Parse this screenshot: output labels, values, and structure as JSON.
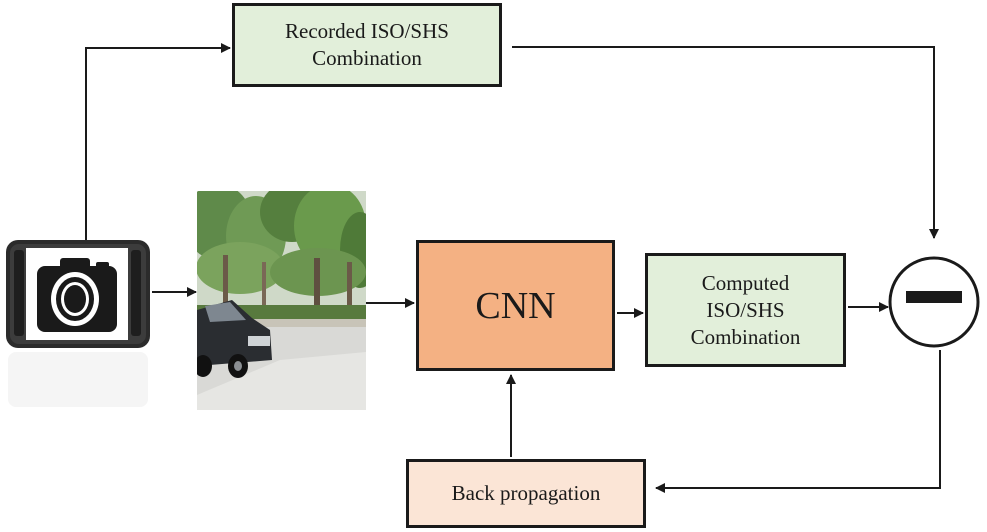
{
  "nodes": {
    "recorded": {
      "lines": [
        "Recorded ISO/SHS",
        "Combination"
      ]
    },
    "cnn": {
      "label": "CNN"
    },
    "computed": {
      "lines": [
        "Computed",
        "ISO/SHS",
        "Combination"
      ]
    },
    "backprop": {
      "label": "Back propagation"
    },
    "subtract": {
      "symbol": "minus"
    }
  },
  "icons": {
    "camera": "camera-phone-icon",
    "road_image": "road-scene-image"
  },
  "colors": {
    "green_box": "#e2efda",
    "cnn_box": "#f4b183",
    "backprop_box": "#fbe5d6",
    "stroke": "#1a1a1a"
  }
}
